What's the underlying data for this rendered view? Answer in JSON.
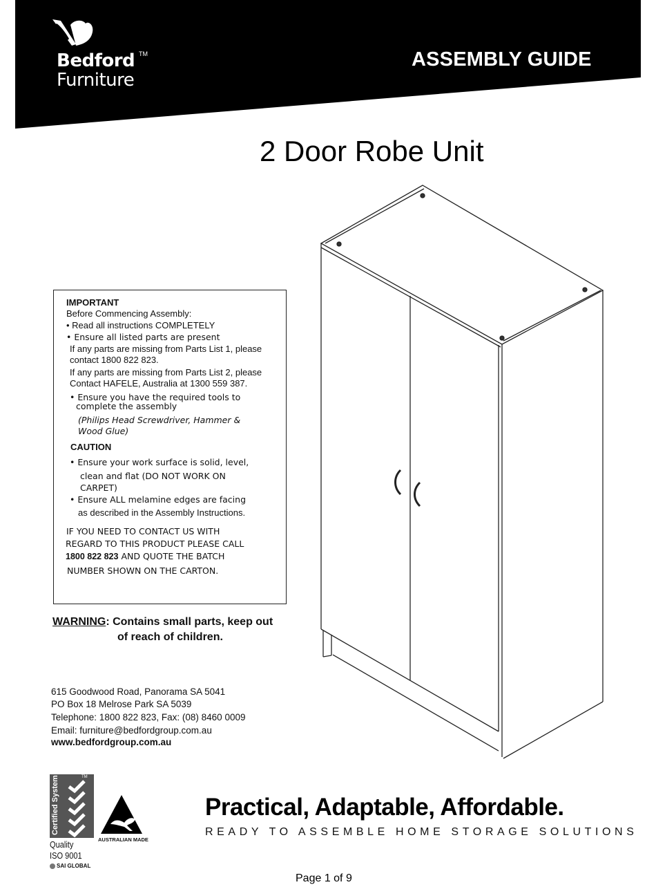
{
  "header": {
    "brand_line1": "Bedford",
    "brand_tm": "TM",
    "brand_line2": "Furniture",
    "guide_title": "ASSEMBLY GUIDE",
    "band_color": "#000000"
  },
  "product": {
    "title": "2 Door Robe Unit"
  },
  "important_box": {
    "heading": "IMPORTANT",
    "intro": "Before Commencing Assembly:",
    "bullets": [
      "• Read all instructions COMPLETELY",
      "• Ensure all listed parts are present"
    ],
    "parts_list1_line1": "If any parts are missing from Parts List 1, please",
    "parts_list1_line2": "contact 1800 822 823.",
    "parts_list2_line1": "If any parts are missing from Parts List 2, please",
    "parts_list2_line2": "Contact HAFELE, Australia at 1300 559 387.",
    "tools_line1": "• Ensure you have the required tools to",
    "tools_line2": "complete the assembly",
    "tools_list_line1": "(Philips Head Screwdriver, Hammer &",
    "tools_list_line2": "Wood Glue)",
    "caution_heading": "CAUTION",
    "caution_1_line1": "• Ensure your work surface is solid, level,",
    "caution_1_line2": "clean and flat (DO NOT  WORK  ON",
    "caution_1_line3": "CARPET)",
    "caution_2_line1": "• Ensure ALL melamine edges are facing",
    "caution_2_line2": "as described in the Assembly Instructions.",
    "contact_line1": "IF YOU NEED TO CONTACT US WITH",
    "contact_line2": "REGARD TO THIS PRODUCT  PLEASE CALL",
    "contact_phone": "1800 822 823",
    "contact_line3_rest": " AND  QUOTE  THE  BATCH",
    "contact_line4": "NUMBER SHOWN ON THE CARTON."
  },
  "warning": {
    "label": "WARNING",
    "text_line1": ": Contains small parts, keep out",
    "text_line2": "of reach of children."
  },
  "address": {
    "street": "615 Goodwood Road, Panorama SA 5041",
    "po_box": "PO Box 18 Melrose Park SA 5039",
    "phone_fax": "Telephone: 1800 822 823, Fax: (08) 8460 0009",
    "email": "Email: furniture@bedfordgroup.com.au",
    "website": "www.bedfordgroup.com.au"
  },
  "certifications": {
    "certified_system": "Certified System",
    "tm": "TM",
    "quality": "Quality",
    "iso": "ISO 9001",
    "sai": "SAI GLOBAL",
    "australian_made": "AUSTRALIAN MADE"
  },
  "footer": {
    "tagline": "Practical, Adaptable, Affordable.",
    "subtagline": "READY TO ASSEMBLE HOME STORAGE SOLUTIONS",
    "page_label": "Page 1 of 9"
  }
}
